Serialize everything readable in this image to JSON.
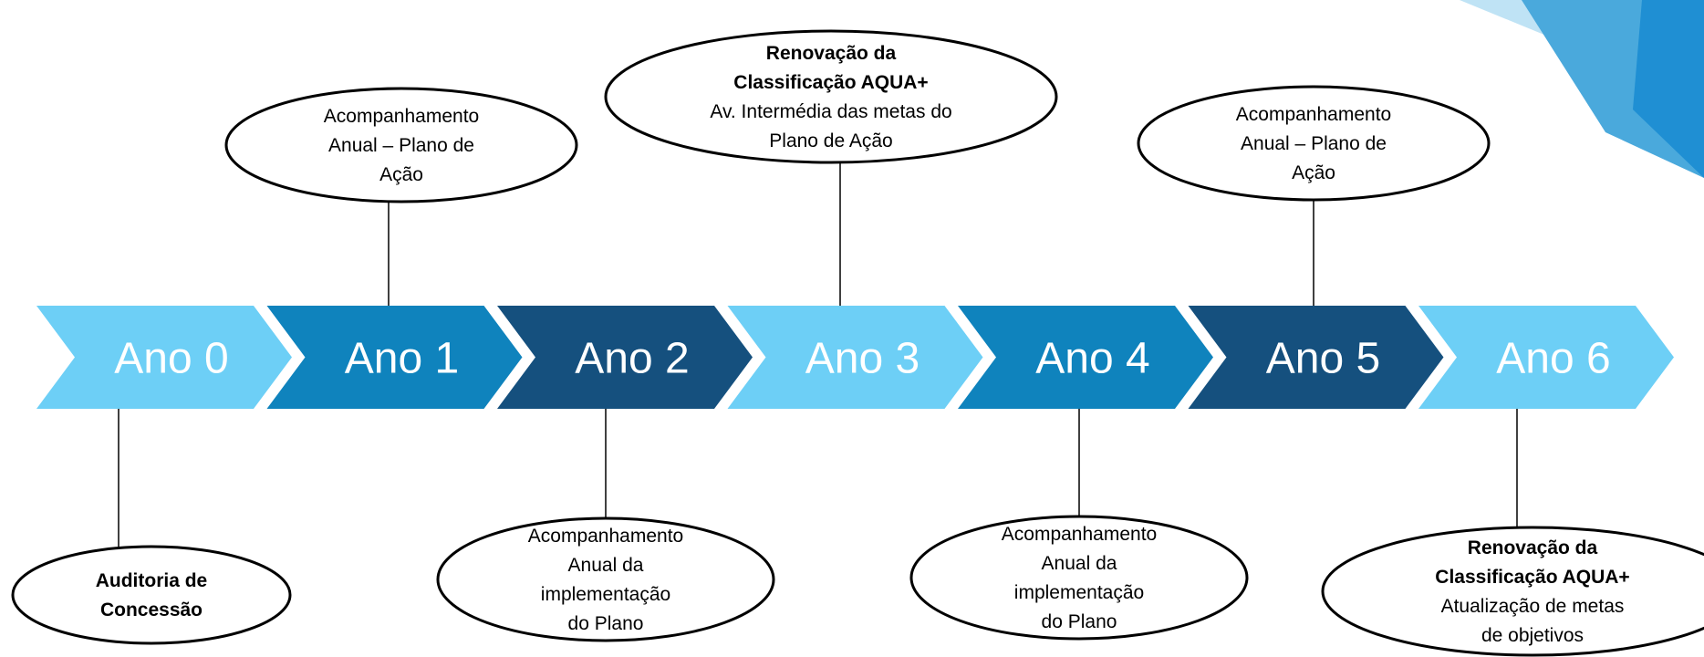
{
  "timeline": {
    "steps": [
      {
        "label": "Ano 0",
        "color": "#6DCFF6"
      },
      {
        "label": "Ano 1",
        "color": "#0F83BD"
      },
      {
        "label": "Ano 2",
        "color": "#15507E"
      },
      {
        "label": "Ano 3",
        "color": "#6DCFF6"
      },
      {
        "label": "Ano 4",
        "color": "#0F83BD"
      },
      {
        "label": "Ano 5",
        "color": "#15507E"
      },
      {
        "label": "Ano 6",
        "color": "#6DCFF6"
      }
    ]
  },
  "milestones": [
    {
      "year": "Ano 0",
      "position": "below",
      "lines": [
        {
          "text": "Auditoria de",
          "bold": true
        },
        {
          "text": "Concessão",
          "bold": true
        }
      ]
    },
    {
      "year": "Ano 1",
      "position": "above",
      "lines": [
        {
          "text": "Acompanhamento",
          "bold": false
        },
        {
          "text": "Anual – Plano de",
          "bold": false
        },
        {
          "text": "Ação",
          "bold": false
        }
      ]
    },
    {
      "year": "Ano 2",
      "position": "below",
      "lines": [
        {
          "text": "Acompanhamento",
          "bold": false
        },
        {
          "text": "Anual da",
          "bold": false
        },
        {
          "text": "implementação",
          "bold": false
        },
        {
          "text": "do Plano",
          "bold": false
        }
      ]
    },
    {
      "year": "Ano 3",
      "position": "above",
      "lines": [
        {
          "text": "Renovação da",
          "bold": true
        },
        {
          "text": "Classificação AQUA+",
          "bold": true
        },
        {
          "text": "Av. Intermédia das metas do",
          "bold": false
        },
        {
          "text": "Plano de Ação",
          "bold": false
        }
      ]
    },
    {
      "year": "Ano 4",
      "position": "below",
      "lines": [
        {
          "text": "Acompanhamento",
          "bold": false
        },
        {
          "text": "Anual da",
          "bold": false
        },
        {
          "text": "implementação",
          "bold": false
        },
        {
          "text": "do Plano",
          "bold": false
        }
      ]
    },
    {
      "year": "Ano 5",
      "position": "above",
      "lines": [
        {
          "text": "Acompanhamento",
          "bold": false
        },
        {
          "text": "Anual – Plano de",
          "bold": false
        },
        {
          "text": "Ação",
          "bold": false
        }
      ]
    },
    {
      "year": "Ano 6",
      "position": "below",
      "lines": [
        {
          "text": "Renovação da",
          "bold": true
        },
        {
          "text": "Classificação AQUA+",
          "bold": true
        },
        {
          "text": "Atualização de metas",
          "bold": false
        },
        {
          "text": "de objetivos",
          "bold": false
        }
      ]
    }
  ],
  "decoration": {
    "corner_colors": [
      "#BFE3F5",
      "#4AA9DC",
      "#1F8FD3"
    ]
  }
}
